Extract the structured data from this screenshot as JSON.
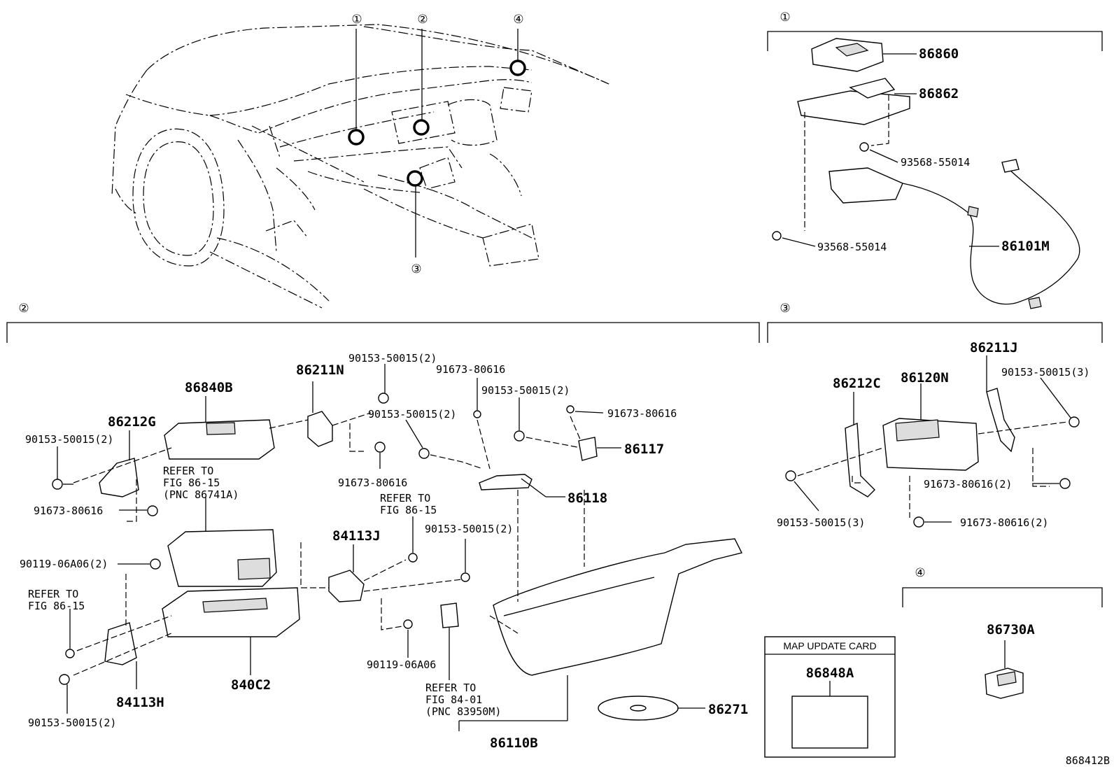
{
  "diagram": {
    "figure_code": "868412B",
    "section_markers": {
      "s1": "①",
      "s2": "②",
      "s3": "③",
      "s4": "④"
    },
    "section1": {
      "p86860": "86860",
      "p86862": "86862",
      "p93568a": "93568-55014",
      "p93568b": "93568-55014",
      "p86101M": "86101M"
    },
    "section2": {
      "p86840B": "86840B",
      "p86212G": "86212G",
      "p90153_a": "90153-50015(2)",
      "ref1_l1": "REFER TO",
      "ref1_l2": "FIG 86-15",
      "ref1_l3": "(PNC 86741A)",
      "p91673_a": "91673-80616",
      "p86211N": "86211N",
      "p90153_b": "90153-50015(2)",
      "p91673_b": "91673-80616",
      "p90153_c": "90153-50015(2)",
      "p90153_d": "90153-50015(2)",
      "p91673_c": "91673-80616",
      "p91673_d": "91673-80616",
      "p86117": "86117",
      "p86118": "86118",
      "ref2_l1": "REFER TO",
      "ref2_l2": "FIG 86-15",
      "p84113J": "84113J",
      "p90153_e": "90153-50015(2)",
      "p90119_a": "90119-06A06(2)",
      "ref3_l1": "REFER TO",
      "ref3_l2": "FIG 86-15",
      "p84113H": "84113H",
      "p840C2": "840C2",
      "p90153_f": "90153-50015(2)",
      "p90119_b": "90119-06A06",
      "ref4_l1": "REFER TO",
      "ref4_l2": "FIG 84-01",
      "ref4_l3": "(PNC 83950M)",
      "p86110B": "86110B",
      "p86271": "86271"
    },
    "section3": {
      "p86211J": "86211J",
      "p86212C": "86212C",
      "p86120N": "86120N",
      "p90153_a": "90153-50015(3)",
      "p91673_a": "91673-80616(2)",
      "p90153_b": "90153-50015(3)",
      "p91673_b": "91673-80616(2)"
    },
    "section4": {
      "p86730A": "86730A"
    },
    "map_card": {
      "title": "MAP UPDATE CARD",
      "part": "86848A"
    }
  }
}
